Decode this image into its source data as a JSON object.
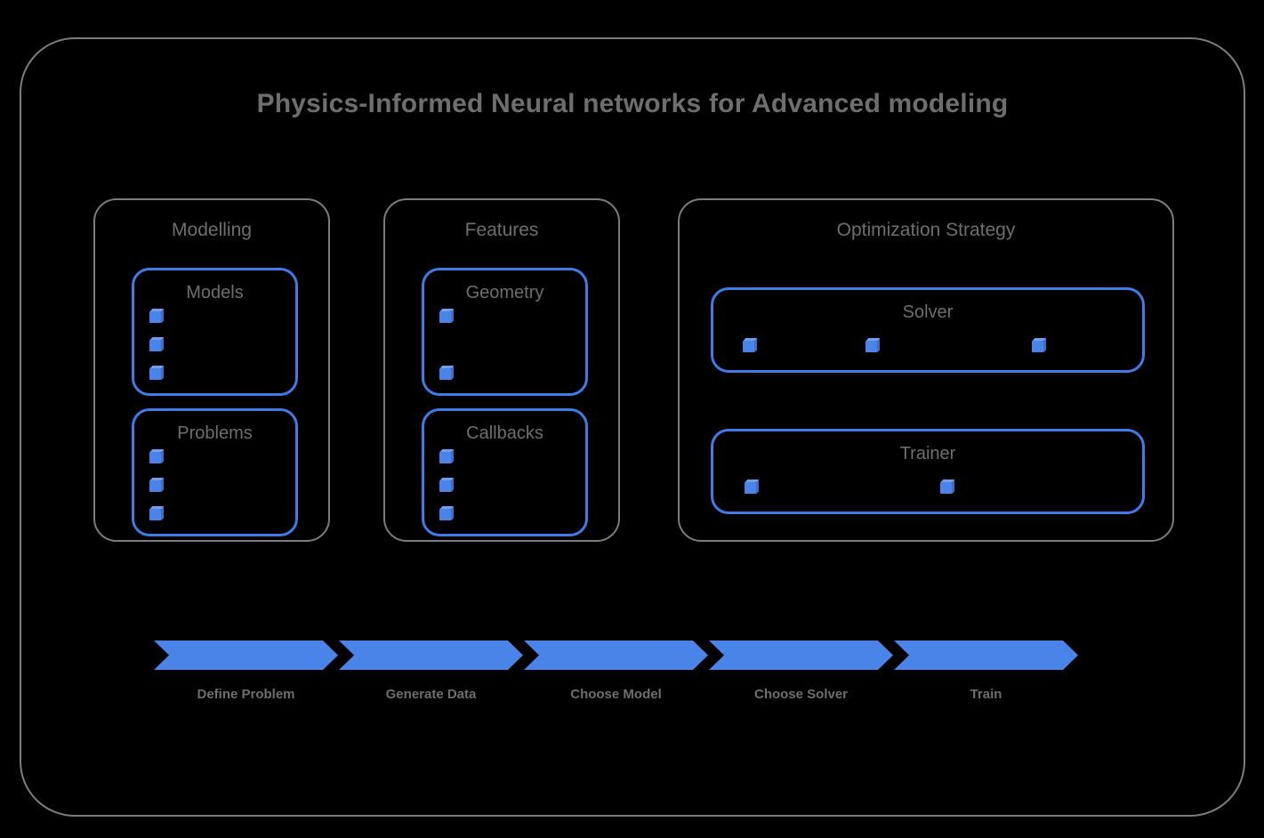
{
  "diagram": {
    "title": "Physics-Informed Neural networks for Advanced modeling",
    "frame_color": "#7c7c7c",
    "accent_color": "#4a84e8",
    "label_color": "#6e6e6e",
    "background_color": "#000000"
  },
  "groups": [
    {
      "id": "modelling",
      "title": "Modelling",
      "cards": [
        {
          "id": "models",
          "title": "Models",
          "bullet_count": 3,
          "bullet_layout": "vertical"
        },
        {
          "id": "problems",
          "title": "Problems",
          "bullet_count": 3,
          "bullet_layout": "vertical"
        }
      ]
    },
    {
      "id": "features",
      "title": "Features",
      "cards": [
        {
          "id": "geometry",
          "title": "Geometry",
          "bullet_count": 2,
          "bullet_layout": "vertical"
        },
        {
          "id": "callbacks",
          "title": "Callbacks",
          "bullet_count": 3,
          "bullet_layout": "vertical"
        }
      ]
    },
    {
      "id": "optimization-strategy",
      "title": "Optimization Strategy",
      "cards": [
        {
          "id": "solver",
          "title": "Solver",
          "bullet_count": 3,
          "bullet_layout": "horizontal"
        },
        {
          "id": "trainer",
          "title": "Trainer",
          "bullet_count": 2,
          "bullet_layout": "horizontal"
        }
      ]
    }
  ],
  "pipeline": {
    "steps": [
      {
        "label": "Define Problem"
      },
      {
        "label": "Generate Data"
      },
      {
        "label": "Choose Model"
      },
      {
        "label": "Choose Solver"
      },
      {
        "label": "Train"
      }
    ]
  }
}
